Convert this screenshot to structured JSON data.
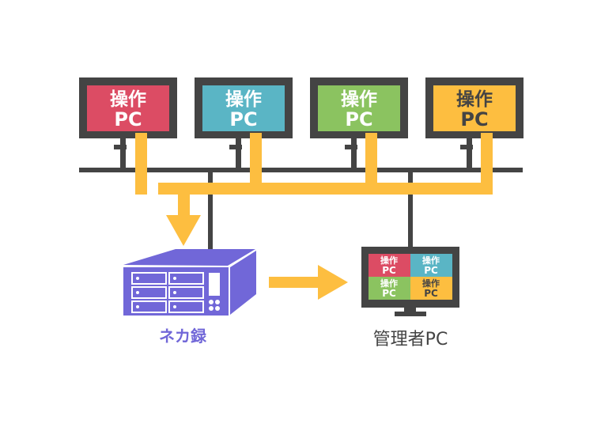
{
  "colors": {
    "frame": "#444444",
    "red": "#dc4c64",
    "teal": "#5ab5c5",
    "green": "#8bc360",
    "yellow": "#fdbe40",
    "purple": "#7167d8",
    "flow": "#fdbe40"
  },
  "operator_pcs": [
    {
      "line1": "操作",
      "line2": "PC",
      "color": "#dc4c64",
      "text_color": "#ffffff"
    },
    {
      "line1": "操作",
      "line2": "PC",
      "color": "#5ab5c5",
      "text_color": "#ffffff"
    },
    {
      "line1": "操作",
      "line2": "PC",
      "color": "#8bc360",
      "text_color": "#ffffff"
    },
    {
      "line1": "操作",
      "line2": "PC",
      "color": "#fdbe40",
      "text_color": "#444444"
    }
  ],
  "recorder": {
    "label": "ネカ録",
    "label_color": "#7167d8"
  },
  "admin_pc": {
    "label": "管理者PC",
    "tiles": [
      {
        "line1": "操作",
        "line2": "PC",
        "color": "#dc4c64",
        "text_color": "#ffffff"
      },
      {
        "line1": "操作",
        "line2": "PC",
        "color": "#5ab5c5",
        "text_color": "#ffffff"
      },
      {
        "line1": "操作",
        "line2": "PC",
        "color": "#8bc360",
        "text_color": "#ffffff"
      },
      {
        "line1": "操作",
        "line2": "PC",
        "color": "#fdbe40",
        "text_color": "#444444"
      }
    ]
  }
}
